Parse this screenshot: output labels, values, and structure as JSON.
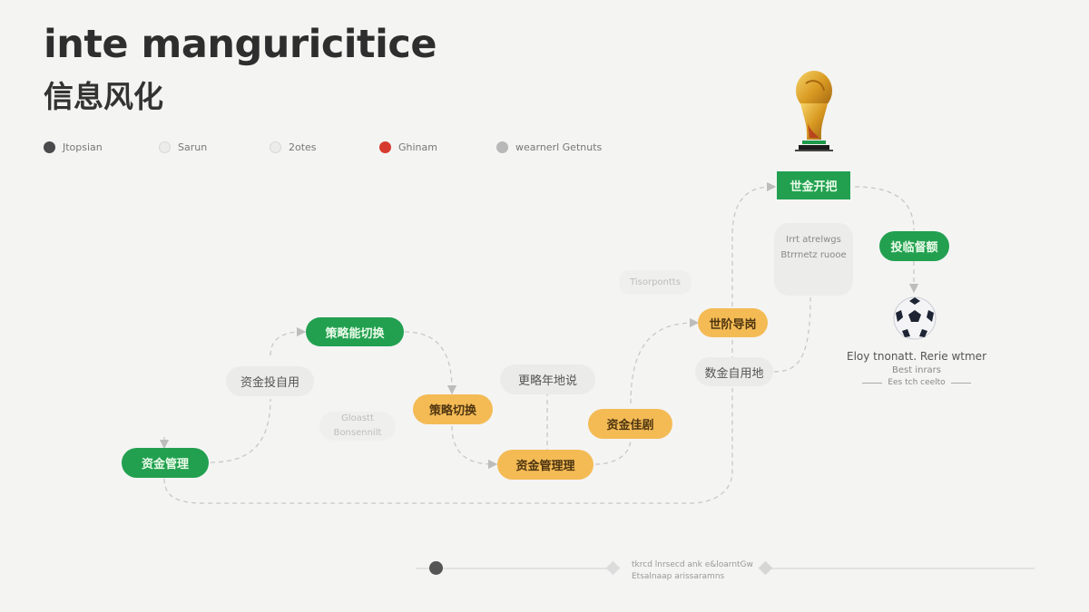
{
  "header": {
    "title_en": "inte manguricitice",
    "title_zh": "信息风化"
  },
  "legend": [
    {
      "label": "Jtopsian",
      "color": "#4a4a4c",
      "filled": true
    },
    {
      "label": "Sarun",
      "color": "#e6e6e5",
      "filled": false
    },
    {
      "label": "2otes",
      "color": "#e6e6e5",
      "filled": false
    },
    {
      "label": "Ghinam",
      "color": "#d63a2e",
      "filled": true
    },
    {
      "label": "wearnerl Getnuts",
      "color": "#b8b8b8",
      "filled": true
    }
  ],
  "nodes": {
    "start_green": "资金管理",
    "upper_green": "策略能切换",
    "left_grey": "资金投自用",
    "faint_mid": {
      "line1": "Gloastt",
      "line2": "Bonsennilt"
    },
    "strategy_yellow": "策略切换",
    "center_grey": "更略年地说",
    "fund_yellow": "资金管理理",
    "small_yellow": "资金佳剧",
    "world_yellow": "世阶导岗",
    "right_grey": "数金自用地",
    "faint_top": "Tisorpontts",
    "trophy_label": "世金开把",
    "right_green": "投临督额"
  },
  "grey_card": {
    "line1": "Irrt atrelwgs",
    "line2": "Btrrnetz ruooe"
  },
  "colors": {
    "green": "#22a050",
    "yellow": "#f4bb55",
    "red": "#d63a2e",
    "grey_node": "#ebebea",
    "background": "#f4f4f3"
  },
  "icons": {
    "trophy": "world-cup-trophy-icon",
    "ball": "soccer-ball-icon"
  },
  "winner": {
    "title": "Eloy tnonatt. Rerie wtmer",
    "subtitle": "Best inrars",
    "caption": "Ees tch ceelto"
  },
  "timeline": {
    "line1": "tkrcd lnrsecd ank e&loarntGw",
    "line2": "Etsalnaap arissaramns"
  }
}
